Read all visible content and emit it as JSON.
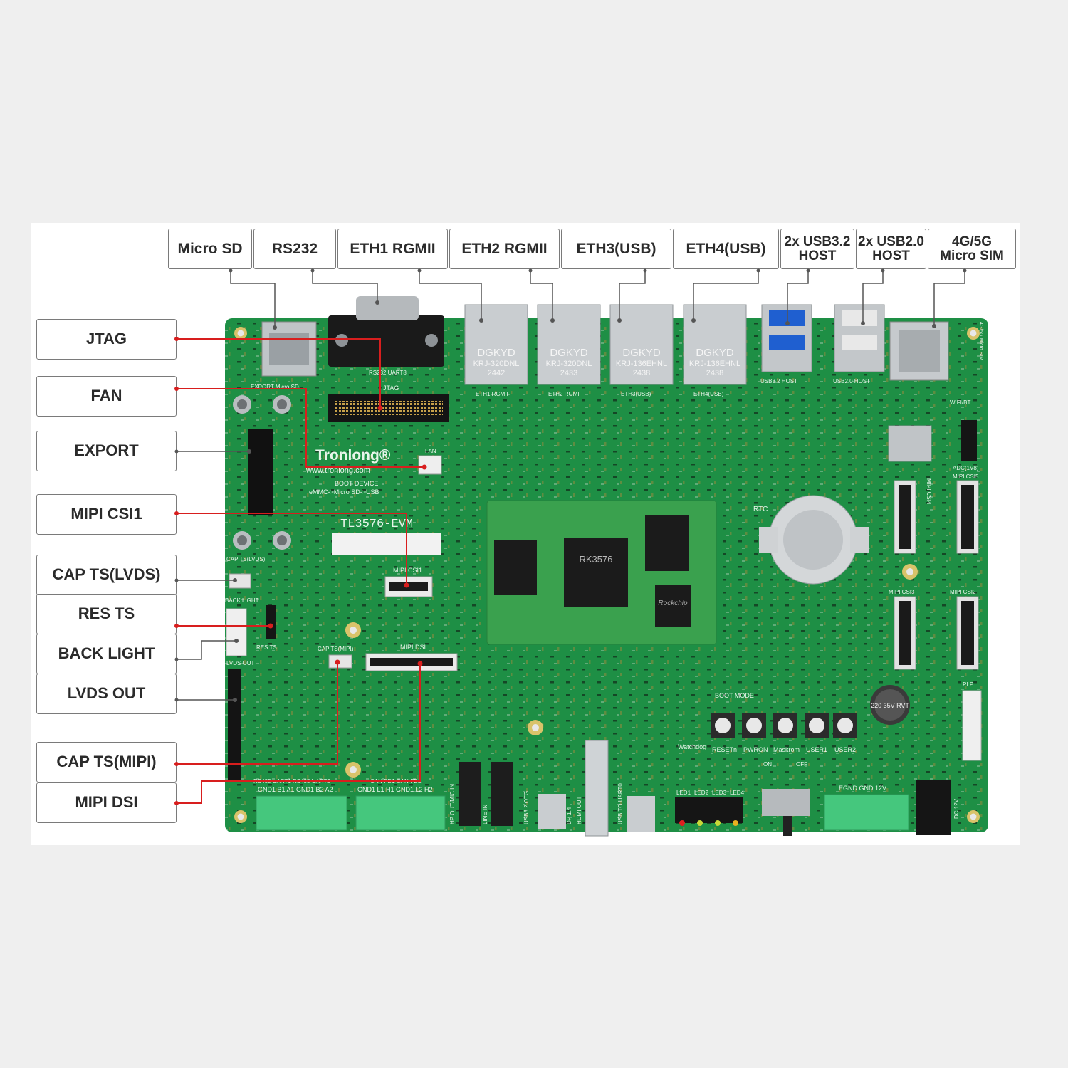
{
  "colors": {
    "pcb": "#1e8f45",
    "pcb_dark": "#157a39",
    "silk": "#e8f5ea",
    "chip": "#1b1b1b",
    "metal": "#c5c9cc",
    "terminal": "#45c77d",
    "leader_red": "#d81e1e",
    "leader_gray": "#555555"
  },
  "top_labels": [
    {
      "text": "Micro SD"
    },
    {
      "text": "RS232"
    },
    {
      "text": "ETH1 RGMII"
    },
    {
      "text": "ETH2 RGMII"
    },
    {
      "text": "ETH3(USB)"
    },
    {
      "text": "ETH4(USB)"
    },
    {
      "line1": "2x USB3.2",
      "line2": "HOST"
    },
    {
      "line1": "2x USB2.0",
      "line2": "HOST"
    },
    {
      "line1": "4G/5G",
      "line2": "Micro SIM"
    }
  ],
  "side_labels": [
    {
      "text": "JTAG"
    },
    {
      "text": "FAN"
    },
    {
      "text": "EXPORT"
    },
    {
      "text": "MIPI CSI1"
    },
    {
      "text": "CAP TS(LVDS)"
    },
    {
      "text": "RES TS"
    },
    {
      "text": "BACK LIGHT"
    },
    {
      "text": "LVDS OUT"
    },
    {
      "text": "CAP TS(MIPI)"
    },
    {
      "text": "MIPI DSI"
    }
  ],
  "board": {
    "brand": "Tronlong®",
    "model": "TL3576-EVM",
    "website": "www.tronlong.com",
    "boot_device": "BOOT DEVICE",
    "boot_order": "eMMC->Micro SD->USB",
    "som_chip": "RK3576",
    "som_vendor": "Rockchip",
    "rtc": "RTC",
    "jack_brand": "DGKYD",
    "eth_jacks": [
      {
        "model": "KRJ-320DNL",
        "code": "2442"
      },
      {
        "model": "KRJ-320DNL",
        "code": "2433"
      },
      {
        "model": "KRJ-136EHNL",
        "code": "2438"
      },
      {
        "model": "KRJ-136EHNL",
        "code": "2438"
      }
    ],
    "silk": {
      "jtag": "JTAG",
      "rs232": "RS232 UART8",
      "export_sd": "EXPORT   Micro SD",
      "eth1": "ETH1 RGMII",
      "eth2": "ETH2 RGMII",
      "eth3": "ETH3(USB)",
      "eth4": "ETH4(USB)",
      "usb32": "USB3.2 HOST",
      "usb20": "USB2.0 HOST",
      "wifi": "WIFI/BT",
      "sim": "4G/5G Micro SIM",
      "fan": "FAN",
      "mipi_csi1": "MIPI CSI1",
      "mipi_csi2": "MIPI CSI2",
      "mipi_csi3": "MIPI CSI3",
      "mipi_csi4": "MIPI CSI4",
      "mipi_csi5": "MIPI CSI5",
      "adc": "ADC(1V8)",
      "mipi_dsi": "MIPI DSI",
      "cap_ts_mipi": "CAP TS(MIPI)",
      "cap_ts_lvds": "CAP TS(LVDS)",
      "back_light": "BACK LIGHT",
      "res_ts": "RES TS",
      "lvds_out": "LVDS OUT",
      "boot_mode": "BOOT MODE",
      "plp": "PLP",
      "buttons": [
        "RESETn",
        "PWRON",
        "Maskrom",
        "USER1",
        "USER2"
      ],
      "watchdog": "Watchdog",
      "leds": [
        "LED1",
        "LED2",
        "LED3",
        "LED4"
      ],
      "switch_on": "ON",
      "switch_off": "OFF",
      "hp": "HP OUT/MIC IN",
      "line_in": "LINE IN",
      "usb32_otg": "USB3.2 OTG",
      "dp": "DP 1.4",
      "hdmi": "HDMI OUT",
      "usb_uart": "USB TO UART0",
      "dc": "DC 12V",
      "terminal_left": "GND1  B1  A1 GND1  B2  A2",
      "terminal_mid": "GND1  L1  H1 GND1  L2  H2",
      "terminal_right": "EGND  GND  12V",
      "rs485": "RS485 UART1  RS485 UART2",
      "can": "CAN-FD1  CAN-FD2",
      "cap": "220 35V RVT"
    }
  }
}
